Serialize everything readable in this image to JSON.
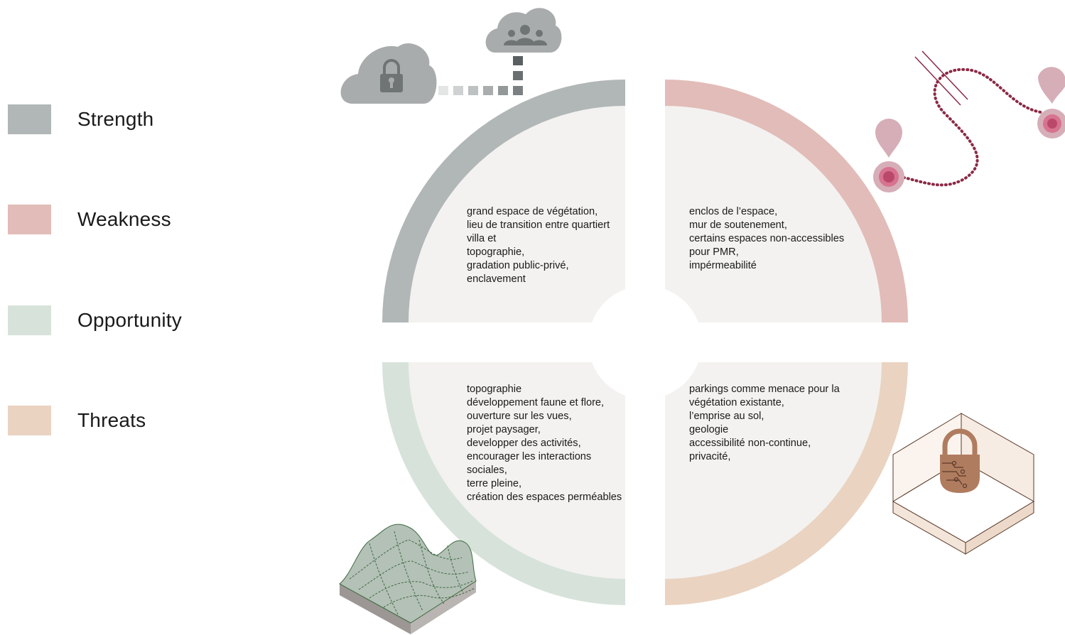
{
  "legend": [
    {
      "label": "Strength",
      "color": "#b1b7b7"
    },
    {
      "label": "Weakness",
      "color": "#e2bcb8"
    },
    {
      "label": "Opportunity",
      "color": "#d7e3da"
    },
    {
      "label": "Threats",
      "color": "#ead3c1"
    }
  ],
  "quadrants": {
    "strength": {
      "lines": [
        "grand espace de végétation,",
        "lieu de transition entre quartiert",
        "villa et",
        "topographie,",
        "gradation public-privé,",
        "enclavement"
      ]
    },
    "weakness": {
      "lines": [
        "enclos de l’espace,",
        "mur de soutenement,",
        "certains espaces non-accessibles",
        "pour PMR,",
        "impérmeabilité"
      ]
    },
    "opportunity": {
      "lines": [
        "topographie",
        "développement faune et flore,",
        "ouverture sur les vues,",
        "projet paysager,",
        "developper des activités,",
        "encourager les interactions",
        "sociales,",
        "terre pleine,",
        "création des espaces perméables"
      ]
    },
    "threats": {
      "lines": [
        "parkings comme menace pour la",
        "végétation existante,",
        "l’emprise au sol,",
        "geologie",
        "accessibilité non-continue,",
        "privacité,"
      ]
    }
  },
  "colors": {
    "strength_ring": "#b1b7b7",
    "weakness_ring": "#e2bcb8",
    "opportunity_ring": "#d7e3da",
    "threats_ring": "#ead3c1",
    "quad_fill": "#f3f2f0",
    "route_dots": "#8b2a45",
    "pin_light": "#d6aeb7",
    "pin_core": "#b9486a",
    "cloud": "#a9acad",
    "lock_copper": "#b07c5f"
  },
  "icons": [
    "cloud-lock-icon",
    "cloud-users-icon",
    "route-map-icon",
    "terrain-icon",
    "digital-lock-box-icon"
  ]
}
